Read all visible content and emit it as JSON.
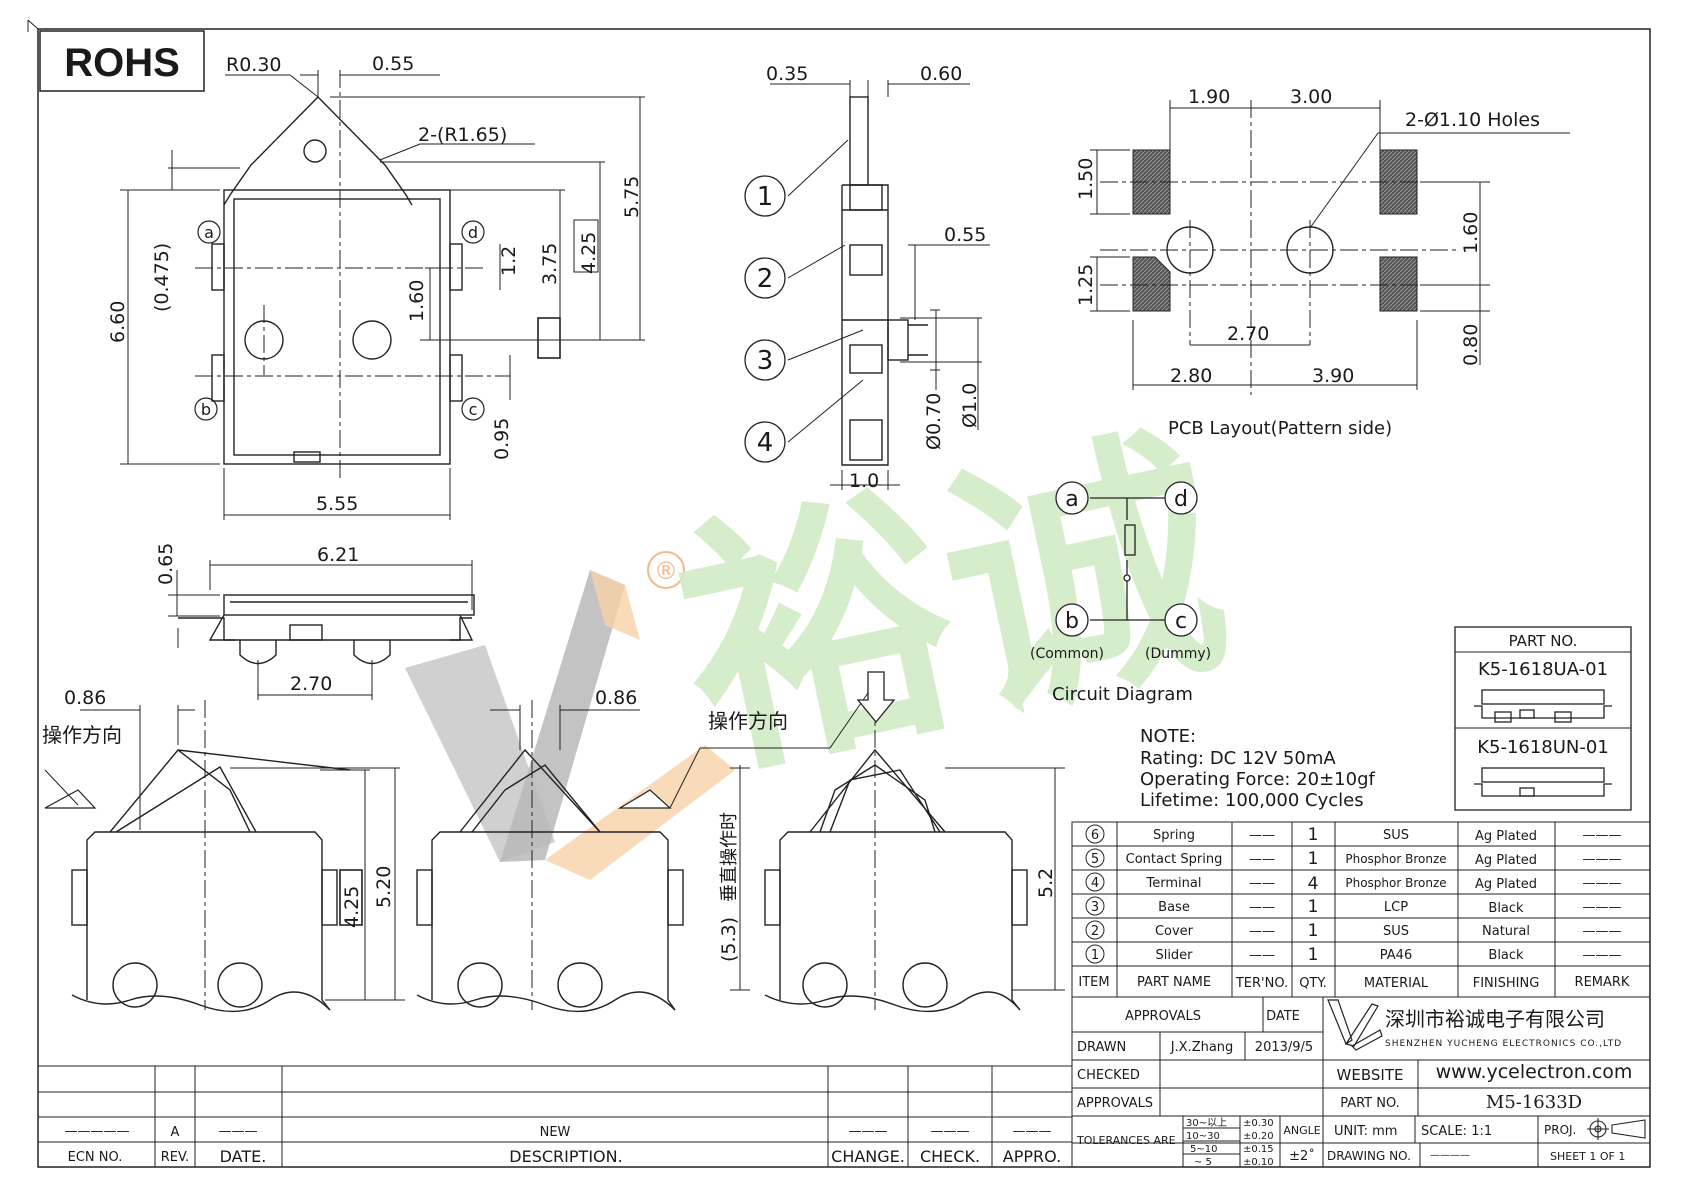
{
  "rohs": "ROHS",
  "dimensions": {
    "top_r": "R0.30",
    "top_055": "0.55",
    "top_2r": "2-(R1.65)",
    "left_0475": "(0.475)",
    "left_660": "6.60",
    "right_12": "1.2",
    "right_375": "3.75",
    "right_425": "4.25",
    "right_575": "5.75",
    "mid_160": "1.60",
    "right_095": "0.95",
    "bottom_555": "5.55",
    "side_035": "0.35",
    "side_060": "0.60",
    "side_055": "0.55",
    "side_070": "Ø0.70",
    "side_10": "Ø1.0",
    "side_bottom_10": "1.0",
    "front_065": "0.65",
    "front_621": "6.21",
    "front_270": "2.70",
    "op_086_a": "0.86",
    "op_086_b": "0.86",
    "op_425": "4.25",
    "op_520": "5.20",
    "op_53": "(5.3)",
    "op_52": "5.2"
  },
  "balloons": [
    "1",
    "2",
    "3",
    "4"
  ],
  "pins": {
    "a": "a",
    "b": "b",
    "c": "c",
    "d": "d"
  },
  "op_direction_1": "操作方向",
  "op_direction_2": "操作方向",
  "vertical_label": "垂直操作时",
  "pcb": {
    "d190": "1.90",
    "d300": "3.00",
    "holes": "2-Ø1.10 Holes",
    "d150": "1.50",
    "d125": "1.25",
    "d160": "1.60",
    "d270": "2.70",
    "d080": "0.80",
    "d280": "2.80",
    "d390": "3.90",
    "caption": "PCB Layout(Pattern side)"
  },
  "circuit": {
    "common": "(Common)",
    "dummy": "(Dummy)",
    "caption": "Circuit Diagram"
  },
  "watermark": {
    "registered": "®",
    "cjk": "裕诚"
  },
  "note": {
    "title": "NOTE:",
    "rating": "Rating: DC 12V 50mA",
    "force": "Operating Force: 20±10gf",
    "lifetime": "Lifetime:   100,000 Cycles"
  },
  "part_no": {
    "title": "PART NO.",
    "items": [
      "K5-1618UA-01",
      "K5-1618UN-01"
    ]
  },
  "bom": {
    "rows": [
      {
        "item": "6",
        "name": "Spring",
        "ter": "——",
        "qty": "1",
        "material": "SUS",
        "finishing": "Ag Plated",
        "remark": "———"
      },
      {
        "item": "5",
        "name": "Contact Spring",
        "ter": "——",
        "qty": "1",
        "material": "Phosphor Bronze",
        "finishing": "Ag Plated",
        "remark": "———"
      },
      {
        "item": "4",
        "name": "Terminal",
        "ter": "——",
        "qty": "4",
        "material": "Phosphor Bronze",
        "finishing": "Ag Plated",
        "remark": "———"
      },
      {
        "item": "3",
        "name": "Base",
        "ter": "——",
        "qty": "1",
        "material": "LCP",
        "finishing": "Black",
        "remark": "———"
      },
      {
        "item": "2",
        "name": "Cover",
        "ter": "——",
        "qty": "1",
        "material": "SUS",
        "finishing": "Natural",
        "remark": "———"
      },
      {
        "item": "1",
        "name": "Slider",
        "ter": "——",
        "qty": "1",
        "material": "PA46",
        "finishing": "Black",
        "remark": "———"
      }
    ],
    "headers": {
      "item": "ITEM",
      "name": "PART NAME",
      "ter": "TER'NO.",
      "qty": "QTY.",
      "material": "MATERIAL",
      "finishing": "FINISHING",
      "remark": "REMARK"
    }
  },
  "title_block": {
    "approvals_header": "APPROVALS",
    "date_header": "DATE",
    "drawn_label": "DRAWN",
    "drawn_by": "J.X.Zhang",
    "drawn_date": "2013/9/5",
    "checked_label": "CHECKED",
    "approvals_label": "APPROVALS",
    "company_cn": "深圳市裕诚电子有限公司",
    "company_en": "SHENZHEN YUCHENG ELECTRONICS CO.,LTD",
    "website_label": "WEBSITE",
    "website": "www.ycelectron.com",
    "part_no_label": "PART NO.",
    "part_no": "M5-1633D",
    "tolerances_label": "TOLERANCES ARE",
    "tol_ranges": [
      "30~以上",
      "10~30",
      "5~10",
      "~ 5"
    ],
    "tol_values": [
      "±0.30",
      "±0.20",
      "±0.15",
      "±0.10"
    ],
    "angle_label": "ANGLE",
    "angle_value": "±2˚",
    "unit": "UNIT: mm",
    "scale": "SCALE:  1:1",
    "proj": "PROJ.",
    "drawing_no_label": "DRAWING NO.",
    "drawing_no": "————",
    "sheet": "SHEET   1  OF  1"
  },
  "revision": {
    "ecn_value": "—————",
    "rev_value": "A",
    "date_value": "———",
    "desc_value": "NEW",
    "change_value": "———",
    "check_value": "———",
    "appro_value": "———",
    "ecn_label": "ECN  NO.",
    "rev_label": "REV.",
    "date_label": "DATE.",
    "desc_label": "DESCRIPTION.",
    "change_label": "CHANGE.",
    "check_label": "CHECK.",
    "appro_label": "APPRO."
  }
}
